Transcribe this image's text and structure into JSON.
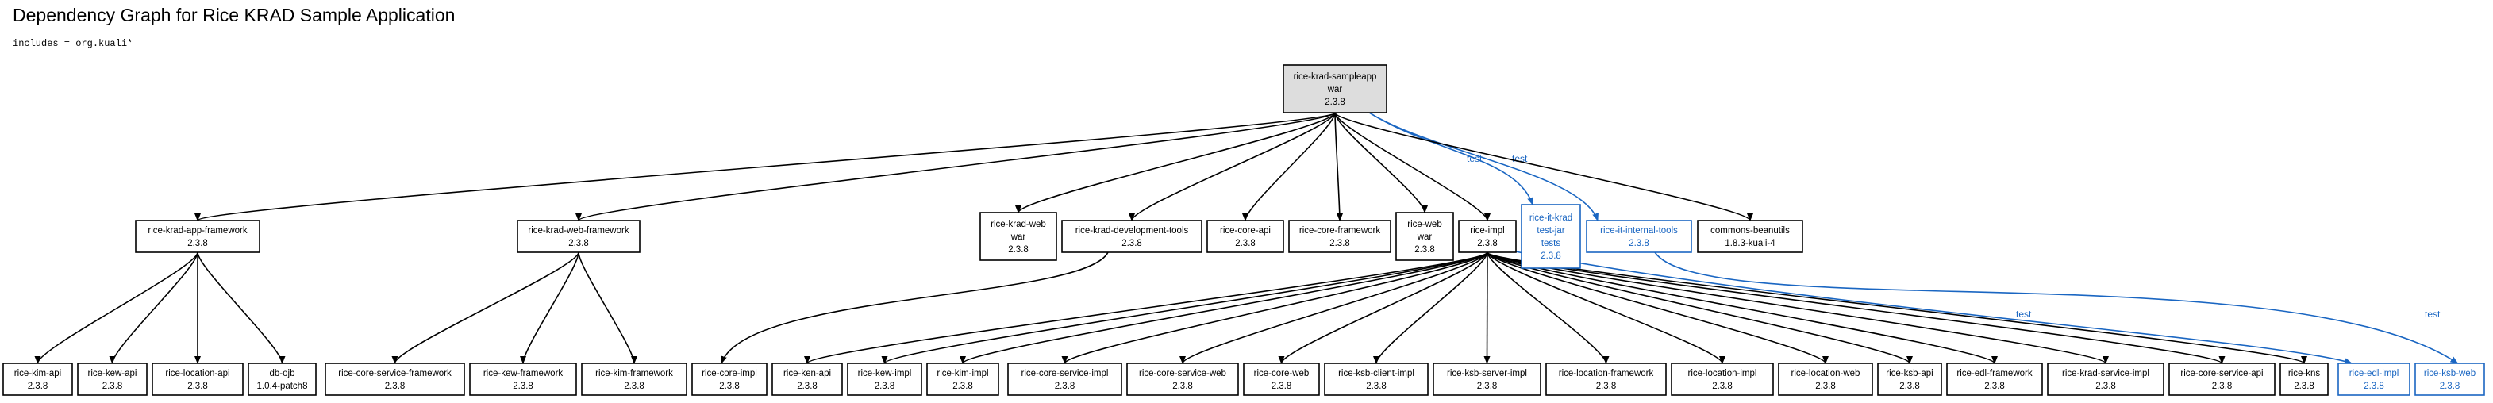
{
  "header": {
    "title": "Dependency Graph for Rice KRAD Sample Application",
    "subtitle": "includes = org.kuali*"
  },
  "colors": {
    "compile": "#000000",
    "test": "#1a66c2",
    "root_fill": "#dddddd",
    "node_fill": "#ffffff"
  },
  "nodes": [
    {
      "id": "root",
      "lines": [
        "rice-krad-sampleapp",
        "war",
        "2.3.8"
      ],
      "scope": "compile",
      "root": true
    },
    {
      "id": "app-fw",
      "lines": [
        "rice-krad-app-framework",
        "2.3.8"
      ],
      "scope": "compile"
    },
    {
      "id": "web-fw",
      "lines": [
        "rice-krad-web-framework",
        "2.3.8"
      ],
      "scope": "compile"
    },
    {
      "id": "krad-web",
      "lines": [
        "rice-krad-web",
        "war",
        "2.3.8"
      ],
      "scope": "compile"
    },
    {
      "id": "dev-tools",
      "lines": [
        "rice-krad-development-tools",
        "2.3.8"
      ],
      "scope": "compile"
    },
    {
      "id": "core-api-top",
      "lines": [
        "rice-core-api",
        "2.3.8"
      ],
      "scope": "compile"
    },
    {
      "id": "core-fw",
      "lines": [
        "rice-core-framework",
        "2.3.8"
      ],
      "scope": "compile"
    },
    {
      "id": "rice-web",
      "lines": [
        "rice-web",
        "war",
        "2.3.8"
      ],
      "scope": "compile"
    },
    {
      "id": "rice-impl",
      "lines": [
        "rice-impl",
        "2.3.8"
      ],
      "scope": "compile"
    },
    {
      "id": "it-krad",
      "lines": [
        "rice-it-krad",
        "test-jar",
        "tests",
        "2.3.8"
      ],
      "scope": "test"
    },
    {
      "id": "it-internal",
      "lines": [
        "rice-it-internal-tools",
        "2.3.8"
      ],
      "scope": "test"
    },
    {
      "id": "beanutils",
      "lines": [
        "commons-beanutils",
        "1.8.3-kuali-4"
      ],
      "scope": "compile"
    },
    {
      "id": "kim-api",
      "lines": [
        "rice-kim-api",
        "2.3.8"
      ],
      "scope": "compile"
    },
    {
      "id": "kew-api",
      "lines": [
        "rice-kew-api",
        "2.3.8"
      ],
      "scope": "compile"
    },
    {
      "id": "location-api",
      "lines": [
        "rice-location-api",
        "2.3.8"
      ],
      "scope": "compile"
    },
    {
      "id": "db-ojb",
      "lines": [
        "db-ojb",
        "1.0.4-patch8"
      ],
      "scope": "compile"
    },
    {
      "id": "core-svc-fw",
      "lines": [
        "rice-core-service-framework",
        "2.3.8"
      ],
      "scope": "compile"
    },
    {
      "id": "kew-fw",
      "lines": [
        "rice-kew-framework",
        "2.3.8"
      ],
      "scope": "compile"
    },
    {
      "id": "kim-fw",
      "lines": [
        "rice-kim-framework",
        "2.3.8"
      ],
      "scope": "compile"
    },
    {
      "id": "core-impl",
      "lines": [
        "rice-core-impl",
        "2.3.8"
      ],
      "scope": "compile"
    },
    {
      "id": "ken-api",
      "lines": [
        "rice-ken-api",
        "2.3.8"
      ],
      "scope": "compile"
    },
    {
      "id": "kew-impl",
      "lines": [
        "rice-kew-impl",
        "2.3.8"
      ],
      "scope": "compile"
    },
    {
      "id": "kim-impl",
      "lines": [
        "rice-kim-impl",
        "2.3.8"
      ],
      "scope": "compile"
    },
    {
      "id": "core-svc-impl",
      "lines": [
        "rice-core-service-impl",
        "2.3.8"
      ],
      "scope": "compile"
    },
    {
      "id": "core-svc-web",
      "lines": [
        "rice-core-service-web",
        "2.3.8"
      ],
      "scope": "compile"
    },
    {
      "id": "core-web",
      "lines": [
        "rice-core-web",
        "2.3.8"
      ],
      "scope": "compile"
    },
    {
      "id": "ksb-client-impl",
      "lines": [
        "rice-ksb-client-impl",
        "2.3.8"
      ],
      "scope": "compile"
    },
    {
      "id": "ksb-server-impl",
      "lines": [
        "rice-ksb-server-impl",
        "2.3.8"
      ],
      "scope": "compile"
    },
    {
      "id": "location-fw",
      "lines": [
        "rice-location-framework",
        "2.3.8"
      ],
      "scope": "compile"
    },
    {
      "id": "location-impl",
      "lines": [
        "rice-location-impl",
        "2.3.8"
      ],
      "scope": "compile"
    },
    {
      "id": "location-web",
      "lines": [
        "rice-location-web",
        "2.3.8"
      ],
      "scope": "compile"
    },
    {
      "id": "ksb-api",
      "lines": [
        "rice-ksb-api",
        "2.3.8"
      ],
      "scope": "compile"
    },
    {
      "id": "edl-fw",
      "lines": [
        "rice-edl-framework",
        "2.3.8"
      ],
      "scope": "compile"
    },
    {
      "id": "krad-svc-impl",
      "lines": [
        "rice-krad-service-impl",
        "2.3.8"
      ],
      "scope": "compile"
    },
    {
      "id": "core-svc-api",
      "lines": [
        "rice-core-service-api",
        "2.3.8"
      ],
      "scope": "compile"
    },
    {
      "id": "kns",
      "lines": [
        "rice-kns",
        "2.3.8"
      ],
      "scope": "compile"
    },
    {
      "id": "edl-impl",
      "lines": [
        "rice-edl-impl",
        "2.3.8"
      ],
      "scope": "test"
    },
    {
      "id": "ksb-web",
      "lines": [
        "rice-ksb-web",
        "2.3.8"
      ],
      "scope": "test"
    }
  ],
  "edges": [
    {
      "from": "root",
      "to": "app-fw",
      "scope": "compile"
    },
    {
      "from": "root",
      "to": "web-fw",
      "scope": "compile"
    },
    {
      "from": "root",
      "to": "krad-web",
      "scope": "compile"
    },
    {
      "from": "root",
      "to": "dev-tools",
      "scope": "compile"
    },
    {
      "from": "root",
      "to": "core-api-top",
      "scope": "compile"
    },
    {
      "from": "root",
      "to": "core-fw",
      "scope": "compile"
    },
    {
      "from": "root",
      "to": "rice-web",
      "scope": "compile"
    },
    {
      "from": "root",
      "to": "rice-impl",
      "scope": "compile"
    },
    {
      "from": "root",
      "to": "it-krad",
      "scope": "test",
      "label": "test"
    },
    {
      "from": "root",
      "to": "it-internal",
      "scope": "test",
      "label": "test"
    },
    {
      "from": "root",
      "to": "beanutils",
      "scope": "compile"
    },
    {
      "from": "app-fw",
      "to": "kim-api",
      "scope": "compile"
    },
    {
      "from": "app-fw",
      "to": "kew-api",
      "scope": "compile"
    },
    {
      "from": "app-fw",
      "to": "location-api",
      "scope": "compile"
    },
    {
      "from": "app-fw",
      "to": "db-ojb",
      "scope": "compile"
    },
    {
      "from": "web-fw",
      "to": "core-svc-fw",
      "scope": "compile"
    },
    {
      "from": "web-fw",
      "to": "kew-fw",
      "scope": "compile"
    },
    {
      "from": "web-fw",
      "to": "kim-fw",
      "scope": "compile"
    },
    {
      "from": "dev-tools",
      "to": "core-impl",
      "scope": "compile"
    },
    {
      "from": "rice-impl",
      "to": "ken-api",
      "scope": "compile"
    },
    {
      "from": "rice-impl",
      "to": "kew-impl",
      "scope": "compile"
    },
    {
      "from": "rice-impl",
      "to": "kim-impl",
      "scope": "compile"
    },
    {
      "from": "rice-impl",
      "to": "core-svc-impl",
      "scope": "compile"
    },
    {
      "from": "rice-impl",
      "to": "core-svc-web",
      "scope": "compile"
    },
    {
      "from": "rice-impl",
      "to": "core-web",
      "scope": "compile"
    },
    {
      "from": "rice-impl",
      "to": "ksb-client-impl",
      "scope": "compile"
    },
    {
      "from": "rice-impl",
      "to": "ksb-server-impl",
      "scope": "compile"
    },
    {
      "from": "rice-impl",
      "to": "location-fw",
      "scope": "compile"
    },
    {
      "from": "rice-impl",
      "to": "location-impl",
      "scope": "compile"
    },
    {
      "from": "rice-impl",
      "to": "location-web",
      "scope": "compile"
    },
    {
      "from": "rice-impl",
      "to": "ksb-api",
      "scope": "compile"
    },
    {
      "from": "rice-impl",
      "to": "edl-fw",
      "scope": "compile"
    },
    {
      "from": "rice-impl",
      "to": "krad-svc-impl",
      "scope": "compile"
    },
    {
      "from": "rice-impl",
      "to": "core-svc-api",
      "scope": "compile"
    },
    {
      "from": "rice-impl",
      "to": "kns",
      "scope": "compile"
    },
    {
      "from": "rice-impl",
      "to": "edl-impl",
      "scope": "test",
      "label": "test"
    },
    {
      "from": "it-internal",
      "to": "ksb-web",
      "scope": "test",
      "label": "test"
    }
  ]
}
